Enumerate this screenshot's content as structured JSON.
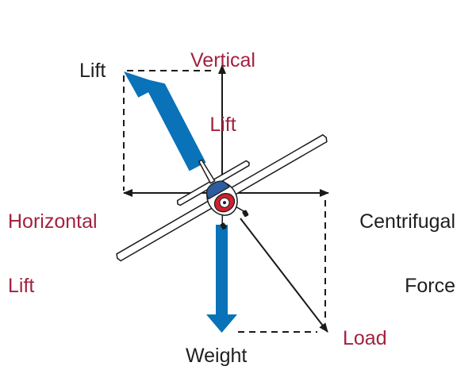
{
  "labels": {
    "vertical_lift": [
      "Vertical",
      "Lift"
    ],
    "lift": "Lift",
    "horizontal_lift": [
      "Horizontal",
      "Lift"
    ],
    "centrifugal_force": [
      "Centrifugal",
      "Force"
    ],
    "weight": "Weight",
    "load": "Load"
  },
  "colors": {
    "primary_arrow": "#0a72b8",
    "thin_arrow": "#1a1a1a",
    "highlight_label": "#a3223f",
    "plain_label": "#1f1f1f",
    "aircraft_body": "#ffffff",
    "aircraft_cockpit": "#2d5d9c",
    "aircraft_nose": "#d21f2e"
  }
}
